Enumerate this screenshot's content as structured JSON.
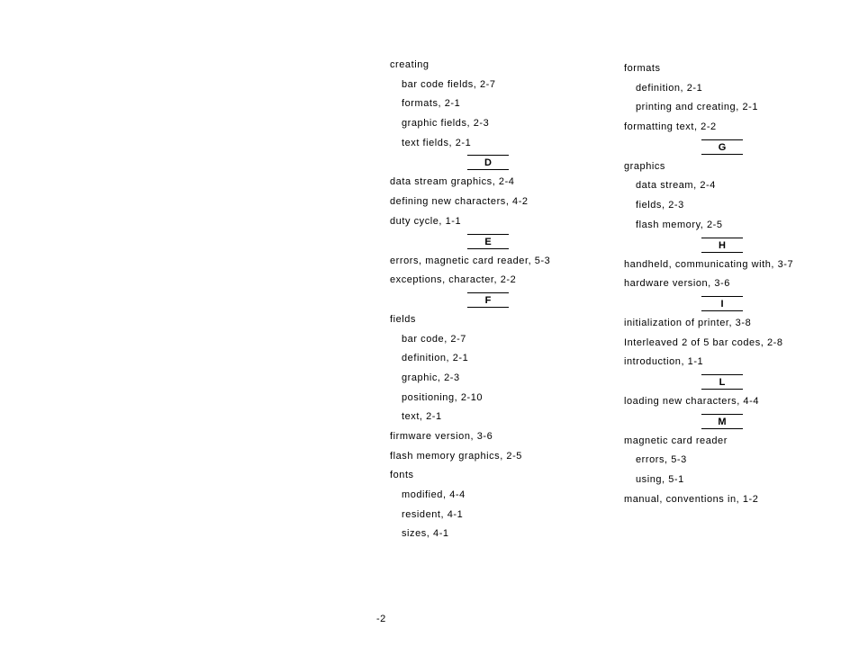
{
  "page_number": "-2",
  "left_column": [
    {
      "kind": "main",
      "text": "creating"
    },
    {
      "kind": "sub",
      "text": "bar code fields, 2-7"
    },
    {
      "kind": "sub",
      "text": "formats, 2-1"
    },
    {
      "kind": "sub",
      "text": "graphic fields, 2-3"
    },
    {
      "kind": "sub",
      "text": "text fields, 2-1"
    },
    {
      "kind": "letter",
      "text": "D"
    },
    {
      "kind": "main",
      "text": "data stream graphics, 2-4"
    },
    {
      "kind": "main",
      "text": "defining new characters, 4-2"
    },
    {
      "kind": "main",
      "text": "duty cycle, 1-1"
    },
    {
      "kind": "letter",
      "text": "E"
    },
    {
      "kind": "main",
      "text": "errors, magnetic card reader, 5-3"
    },
    {
      "kind": "main",
      "text": "exceptions, character, 2-2"
    },
    {
      "kind": "letter",
      "text": "F"
    },
    {
      "kind": "main",
      "text": "fields"
    },
    {
      "kind": "sub",
      "text": "bar code, 2-7"
    },
    {
      "kind": "sub",
      "text": "definition, 2-1"
    },
    {
      "kind": "sub",
      "text": "graphic, 2-3"
    },
    {
      "kind": "sub",
      "text": "positioning, 2-10"
    },
    {
      "kind": "sub",
      "text": "text, 2-1"
    },
    {
      "kind": "main",
      "text": "firmware version, 3-6"
    },
    {
      "kind": "main",
      "text": "flash memory graphics, 2-5"
    },
    {
      "kind": "main",
      "text": "fonts"
    },
    {
      "kind": "sub",
      "text": "modified, 4-4"
    },
    {
      "kind": "sub",
      "text": "resident, 4-1"
    },
    {
      "kind": "sub",
      "text": "sizes, 4-1"
    }
  ],
  "right_column": [
    {
      "kind": "main",
      "text": "formats"
    },
    {
      "kind": "sub",
      "text": "definition, 2-1"
    },
    {
      "kind": "sub",
      "text": "printing and creating, 2-1"
    },
    {
      "kind": "main",
      "text": "formatting text, 2-2"
    },
    {
      "kind": "letter",
      "text": "G"
    },
    {
      "kind": "main",
      "text": "graphics"
    },
    {
      "kind": "sub",
      "text": "data stream, 2-4"
    },
    {
      "kind": "sub",
      "text": "fields, 2-3"
    },
    {
      "kind": "sub",
      "text": "flash memory, 2-5"
    },
    {
      "kind": "letter",
      "text": "H"
    },
    {
      "kind": "main",
      "text": "handheld, communicating with, 3-7"
    },
    {
      "kind": "main",
      "text": "hardware version, 3-6"
    },
    {
      "kind": "letter",
      "text": "I"
    },
    {
      "kind": "main",
      "text": "initialization of printer, 3-8"
    },
    {
      "kind": "main",
      "text": "Interleaved 2 of 5 bar codes, 2-8"
    },
    {
      "kind": "main",
      "text": "introduction, 1-1"
    },
    {
      "kind": "letter",
      "text": "L"
    },
    {
      "kind": "main",
      "text": "loading new characters, 4-4"
    },
    {
      "kind": "letter",
      "text": "M"
    },
    {
      "kind": "main",
      "text": "magnetic card reader"
    },
    {
      "kind": "sub",
      "text": "errors, 5-3"
    },
    {
      "kind": "sub",
      "text": "using, 5-1"
    },
    {
      "kind": "main",
      "text": "manual, conventions in, 1-2"
    }
  ]
}
